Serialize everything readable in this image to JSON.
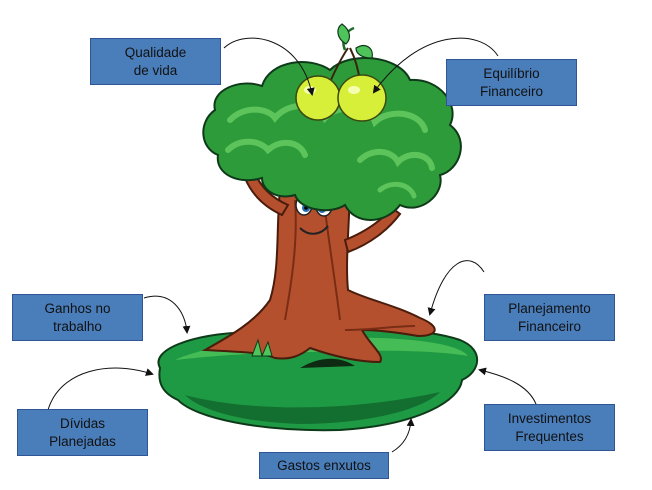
{
  "labels": {
    "qualidade": "Qualidade\nde vida",
    "equilibrio": "Equilíbrio\nFinanceiro",
    "ganhos": "Ganhos no\ntrabalho",
    "planejamento": "Planejamento\nFinanceiro",
    "dividas": "Dívidas\nPlanejadas",
    "investimentos": "Investimentos\nFrequentes",
    "gastos": "Gastos enxutos"
  },
  "colors": {
    "box_fill": "#4a7ebb",
    "box_border": "#2f5597",
    "leaf": "#2e9b3a",
    "leaf_light": "#5cc45a",
    "trunk": "#b5502f",
    "apple": "#d8ef3a",
    "ground": "#1f9a44"
  }
}
